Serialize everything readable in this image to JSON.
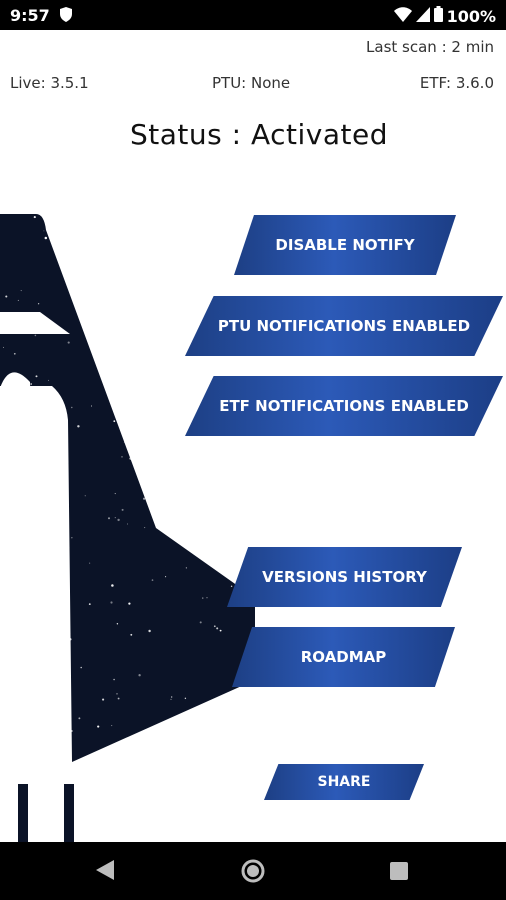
{
  "status_bar": {
    "time": "9:57",
    "battery": "100%",
    "icons": [
      "shield-icon",
      "wifi-icon",
      "signal-icon",
      "battery-icon"
    ]
  },
  "header": {
    "last_scan": "Last scan : 2 min",
    "live": "Live: 3.5.1",
    "ptu": "PTU: None",
    "etf": "ETF: 3.6.0",
    "status": "Status : Activated"
  },
  "buttons": {
    "disable_notify": "DISABLE NOTIFY",
    "ptu_notifications": "PTU NOTIFICATIONS ENABLED",
    "etf_notifications": "ETF NOTIFICATIONS ENABLED",
    "versions_history": "VERSIONS HISTORY",
    "roadmap": "ROADMAP",
    "share": "SHARE"
  },
  "nav": {
    "icons": [
      "back-icon",
      "home-icon",
      "recent-apps-icon"
    ]
  },
  "colors": {
    "button_dark": "#1d3f84",
    "button_light": "#2c5ab8",
    "ship": "#0b1327",
    "bars": "#000000"
  }
}
